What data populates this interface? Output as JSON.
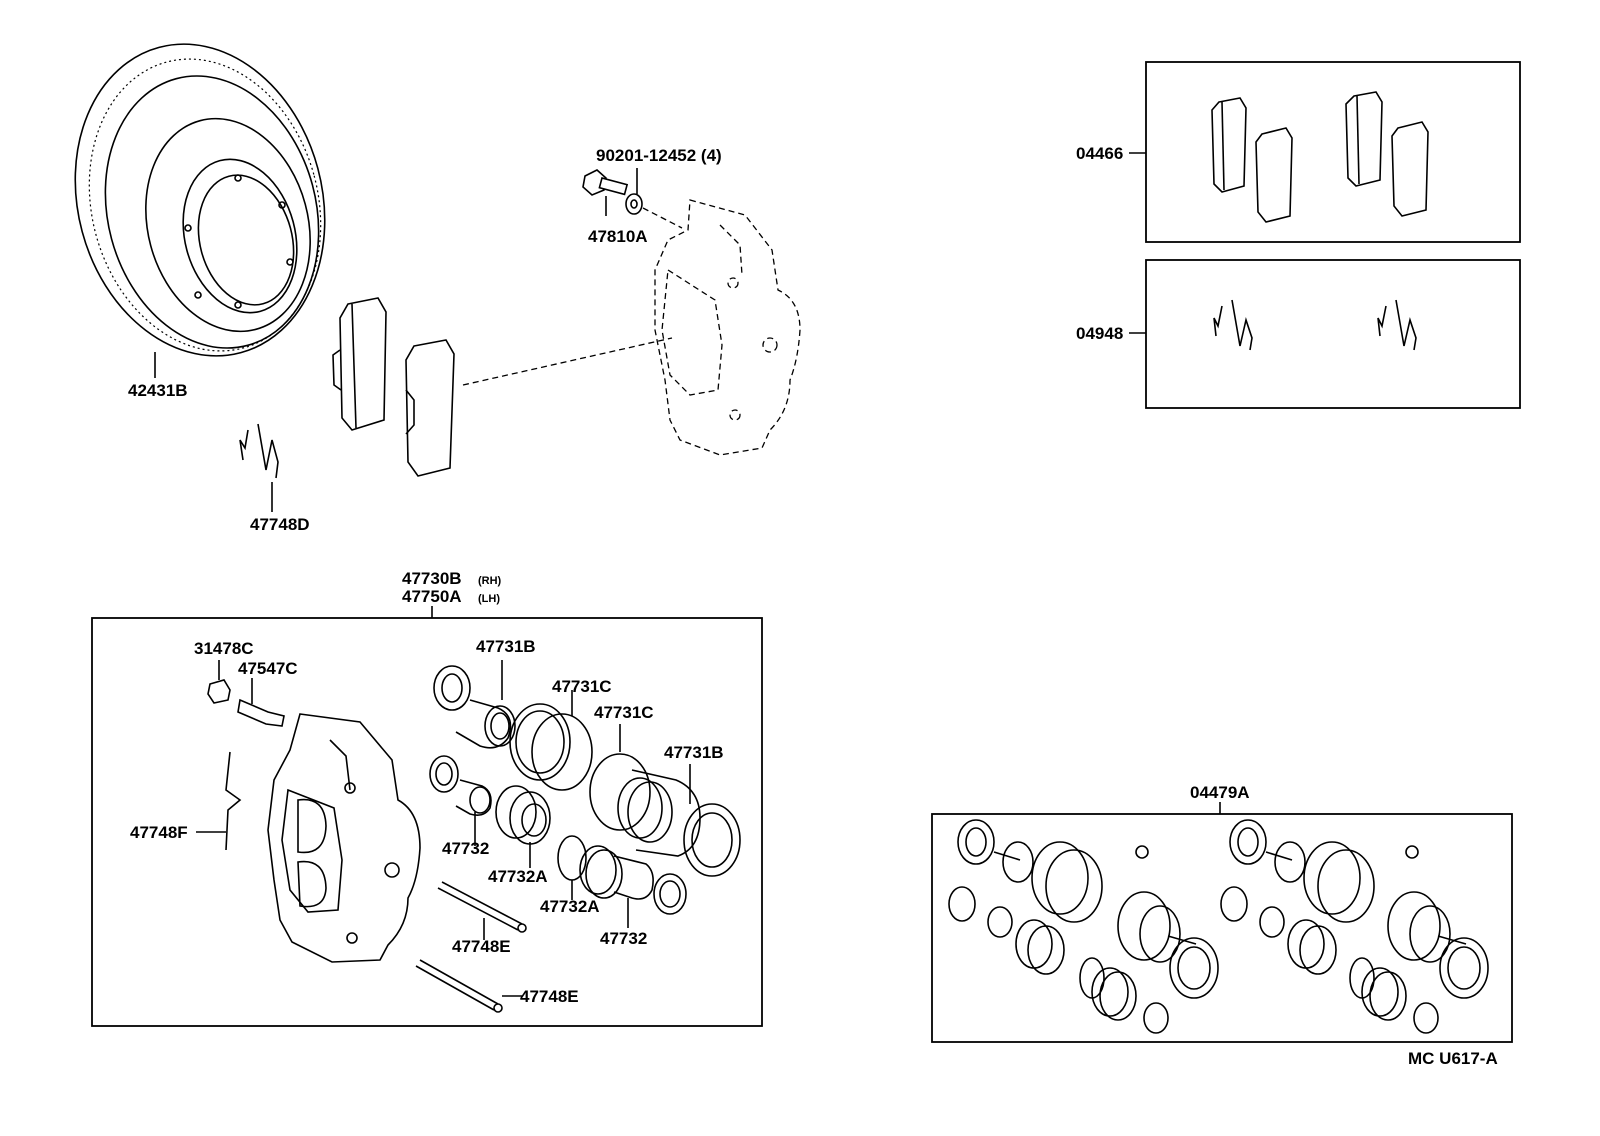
{
  "labels": {
    "p42431B": "42431B",
    "p90201": "90201-12452 (4)",
    "p47810A": "47810A",
    "p47748D": "47748D",
    "p04466": "04466",
    "p04948": "04948",
    "p47730B": "47730B",
    "p47730B_side": "(RH)",
    "p47750A": "47750A",
    "p47750A_side": "(LH)",
    "p31478C": "31478C",
    "p47547C": "47547C",
    "p47748F": "47748F",
    "p47731B_a": "47731B",
    "p47731C_a": "47731C",
    "p47731C_b": "47731C",
    "p47731B_b": "47731B",
    "p47732_a": "47732",
    "p47732A_a": "47732A",
    "p47732A_b": "47732A",
    "p47732_b": "47732",
    "p47748E_a": "47748E",
    "p47748E_b": "47748E",
    "p04479A": "04479A",
    "diagram_code": "MC  U617-A"
  }
}
